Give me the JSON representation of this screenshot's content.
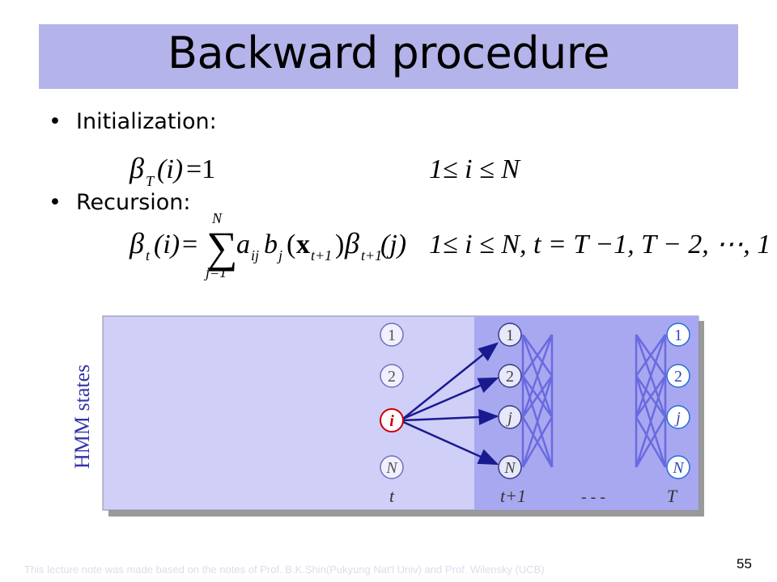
{
  "slide": {
    "title": "Backward procedure",
    "page_number": "55",
    "footer": "This lecture note was made based on the notes of Prof. B.K.Shin(Pukyung Nat'l Univ) and Prof. Wilensky (UCB)"
  },
  "bullets": {
    "init_label": "Initialization:",
    "recursion_label": "Recursion:",
    "bullet_glyph": "•"
  },
  "equations": {
    "init_lhs_beta": "β",
    "init_lhs_sub": "T",
    "init_lhs_arg": "(i)",
    "init_rhs": "=1",
    "init_cond": "1≤ i ≤ N",
    "rec_beta": "β",
    "rec_sub": "t",
    "rec_arg": "(i)",
    "rec_eq": "=",
    "rec_sum": "∑",
    "rec_sum_top": "N",
    "rec_sum_bottom": "j=1",
    "rec_a": "a",
    "rec_a_sub": "ij",
    "rec_b": "b",
    "rec_b_sub": "j",
    "rec_x_open": "(",
    "rec_x": "x",
    "rec_x_sub": "t+1",
    "rec_x_close": ")",
    "rec_beta2": "β",
    "rec_beta2_sub": "t+1",
    "rec_beta2_arg": "(j)",
    "rec_cond": "1≤ i ≤ N,   t = T −1, T − 2, ⋯, 1"
  },
  "diagram": {
    "axis_label": "HMM states",
    "col_t": [
      "1",
      "2",
      "i",
      "N"
    ],
    "col_t1": [
      "1",
      "2",
      "j",
      "N"
    ],
    "col_T": [
      "1",
      "2",
      "j",
      "N"
    ],
    "time_t": "t",
    "time_t1": "t+1",
    "dots": "- - -",
    "time_T": "T",
    "colors": {
      "panel": "#cfcff8",
      "highlight": "#a8a8f0",
      "node_fill": "#f0f0ff",
      "node_stroke": "#7070b8",
      "active_node": "#cc0000",
      "arrow": "#1a1a90",
      "lattice": "#6a6ae0"
    }
  }
}
